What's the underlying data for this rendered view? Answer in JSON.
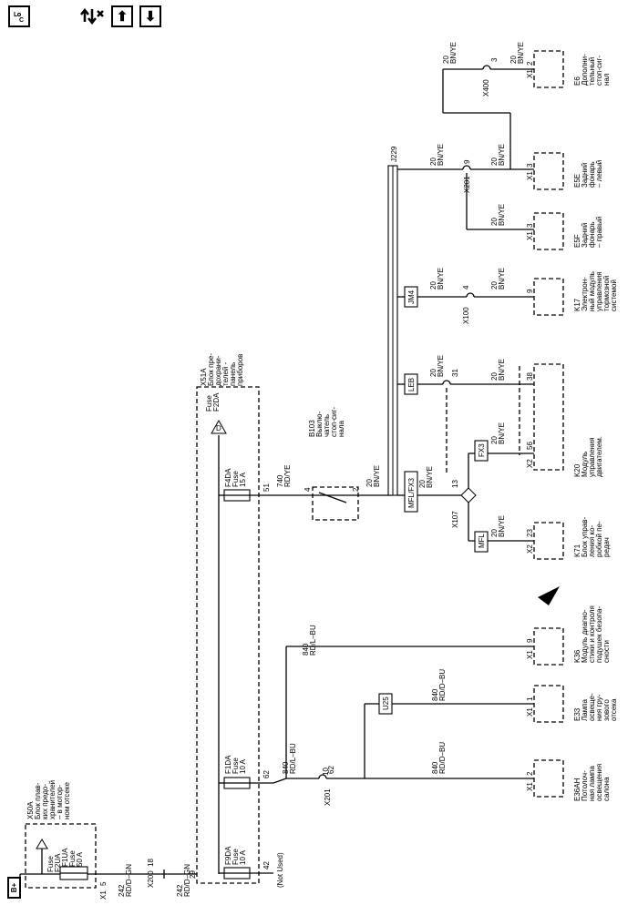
{
  "toolbar": {
    "locator_icon": "locator-icon",
    "diag_icon": "connection-diagnostic-icon",
    "up_icon": "arrow-up-icon",
    "down_icon": "arrow-down-icon"
  },
  "battery": "B+",
  "x50a": {
    "title": "X50A",
    "desc": [
      "Блок плав-",
      "ких предо-",
      "хранителей",
      "– в мотор-",
      "ном отсеке"
    ],
    "fuse_f2ua": [
      "Fuse",
      "F2UA"
    ],
    "fuse_f1ua": [
      "F1UA",
      "Fuse",
      "50 A"
    ],
    "x1_label": "X1",
    "pin_5": "5"
  },
  "x200": {
    "label": "X200",
    "pin": "18",
    "wire_in": [
      "242",
      "RD/D–GN"
    ],
    "wire_out": [
      "242",
      "RD/D–GN"
    ]
  },
  "x51a": {
    "title": "X51A",
    "desc": [
      "Блок пре-",
      "дохрани-",
      "телей -",
      "панель",
      "приборов"
    ],
    "fuse_f2da": [
      "Fuse",
      "F2DA"
    ],
    "fuse_f4da": [
      "F4DA",
      "Fuse",
      "15 A"
    ],
    "fuse_f1da": [
      "F1DA",
      "Fuse",
      "10 A"
    ],
    "fuse_f9da": [
      "F9DA",
      "Fuse",
      "10 A"
    ],
    "pin_29": "29",
    "pin_51": "51",
    "pin_62": "62",
    "pin_42": "42",
    "not_used": "(Not Used)",
    "diamond_letter": "D"
  },
  "b103": {
    "desc": [
      "B103",
      "Выклю-",
      "чатель",
      "стоп-сиг-",
      "нала"
    ],
    "pin_4": "4",
    "pin_2": "2",
    "wire_in": [
      "740",
      "RD/YE"
    ],
    "wire_out": [
      "20",
      "BN/YE"
    ]
  },
  "j229": "J229",
  "splices": {
    "mfl_fx3": "MFL/FX3",
    "leb": "LEB",
    "jm4": "JM4",
    "fx3": "FX3",
    "mfl": "MFL",
    "u25": "U25"
  },
  "bn_ye": [
    "20",
    "BN/YE"
  ],
  "rd_lbu": [
    "840",
    "RD/L–BU"
  ],
  "rd_dbu": [
    "840",
    "RD/D–BU"
  ],
  "x400": {
    "label": "X400",
    "pin": "3"
  },
  "x201_top": {
    "label": "X201",
    "pin": "9"
  },
  "x100": {
    "label": "X100",
    "pin": "4"
  },
  "pin_31": "31",
  "x107": {
    "label": "X107",
    "pin": "13"
  },
  "x201_bottom": {
    "label": "X201",
    "pin": "10"
  },
  "e6": {
    "conn": "X1",
    "pin": "2",
    "id": "E6",
    "desc": [
      "Дополни-",
      "тельный",
      "стоп-сиг-",
      "нал"
    ]
  },
  "e5e": {
    "conn": "X1",
    "pin": "3",
    "id": "E5E",
    "desc": [
      "Задний",
      "фонарь",
      "– левый"
    ]
  },
  "e5f": {
    "conn": "X1",
    "pin": "3",
    "id": "E5F",
    "desc": [
      "Задний",
      "фонарь",
      "– правый"
    ]
  },
  "k17": {
    "pin": "9",
    "id": "K17",
    "desc": [
      "Электрон-",
      "ный модуль",
      "управления",
      "тормозной",
      "системой"
    ]
  },
  "k20": {
    "conn": "X2",
    "pin_38": "38",
    "pin_56": "56",
    "id": "K20",
    "desc": [
      "Модуль",
      "управления",
      "двигателем."
    ]
  },
  "k71": {
    "conn": "X2",
    "pin": "23",
    "id": "K71",
    "desc": [
      "Блок управ-",
      "ления ко-",
      "робкой пе-",
      "редач"
    ]
  },
  "k36": {
    "conn": "X1",
    "pin": "9",
    "id": "K36",
    "desc": [
      "Модуль диагно-",
      "стики и контроля",
      "подушек безопа-",
      "сности"
    ]
  },
  "e33": {
    "conn": "X1",
    "pin": "1",
    "id": "E33",
    "desc": [
      "Лампа",
      "освеще-",
      "ния гру-",
      "зового",
      "отсека"
    ]
  },
  "e36ah": {
    "conn": "X1",
    "pin": "2",
    "id": "E36AH",
    "desc": [
      "Потолоч-",
      "ная лампа",
      "освещения",
      "салона"
    ]
  }
}
